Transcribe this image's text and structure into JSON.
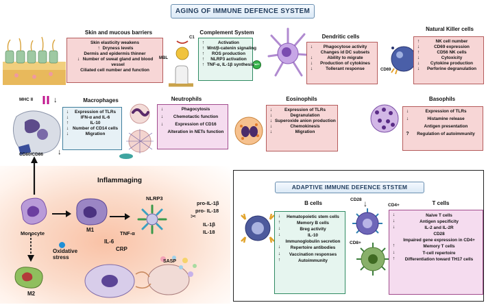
{
  "innate": {
    "banner": "AGING OF IMMUNE DEFENCE SYSTEM",
    "skin": {
      "title": "Skin and mucous barriers",
      "items": [
        {
          "arrow": "",
          "text": "Skin elasticity weakens"
        },
        {
          "arrow": "↑",
          "text": "Dryness levels"
        },
        {
          "arrow": "",
          "text": "Dermis and epidermis thinner"
        },
        {
          "arrow": "↓",
          "text": "Number of sweat gland and blood vessel"
        },
        {
          "arrow": "",
          "text": "Ciliated cell number and function"
        }
      ]
    },
    "complement": {
      "title": "Complement System",
      "labels": {
        "mbl": "MBL",
        "c1": "C1",
        "ca": "Ca2+"
      },
      "items": [
        {
          "arrow": "↑",
          "text": "Activation"
        },
        {
          "arrow": "↑",
          "text": "Wnt/β-catenin signaling"
        },
        {
          "arrow": "↑",
          "text": "ROS production"
        },
        {
          "arrow": "↑",
          "text": "NLRP3 activation"
        },
        {
          "arrow": "↑",
          "text": "TNF-α, IL-1β synthesis"
        }
      ]
    },
    "dendritic": {
      "title": "Dendritic cells",
      "items": [
        {
          "arrow": "↓",
          "text": "Phagocytose activity"
        },
        {
          "arrow": "",
          "text": "Changes id DC subsets"
        },
        {
          "arrow": "↓",
          "text": "Ability to migrate"
        },
        {
          "arrow": "↓",
          "text": "Production of cytokines"
        },
        {
          "arrow": "↓",
          "text": "Tollerant response"
        }
      ]
    },
    "nk": {
      "title": "Natural Killer cells",
      "label": "CD69",
      "items": [
        {
          "arrow": "↑",
          "text": "NK cell number"
        },
        {
          "arrow": "↓",
          "text": "CD69 expression"
        },
        {
          "arrow": "↑",
          "text": "CD56 NK cells"
        },
        {
          "arrow": "↓",
          "text": "Cytoxicity"
        },
        {
          "arrow": "↓",
          "text": "Cytokine production"
        },
        {
          "arrow": "↓",
          "text": "Perforine degranulation"
        }
      ]
    },
    "macrophages": {
      "title": "Macrophages",
      "mhc": "MHC II",
      "cd80": "CD80/CD86",
      "items": [
        {
          "arrow": "↓",
          "text": "Expression of TLRs"
        },
        {
          "arrow": "↓",
          "text": "IFN-α and IL-6"
        },
        {
          "arrow": "↑",
          "text": "IL-10"
        },
        {
          "arrow": "↓",
          "text": "Number of CD14 cells"
        },
        {
          "arrow": "↓",
          "text": "Migration"
        }
      ]
    },
    "neutrophils": {
      "title": "Neutrophils",
      "items": [
        {
          "arrow": "↓",
          "text": "Phagocytosis"
        },
        {
          "arrow": "↓",
          "text": "Chemotactic function"
        },
        {
          "arrow": "↓",
          "text": "Expression of CD16"
        },
        {
          "arrow": "",
          "text": "Alteration in NETs function"
        }
      ]
    },
    "eosinophils": {
      "title": "Eosinophils",
      "items": [
        {
          "arrow": "↓",
          "text": "Expression of TLRs"
        },
        {
          "arrow": "↓",
          "text": "Degranulation"
        },
        {
          "arrow": "↓",
          "text": "Superoxide anion production"
        },
        {
          "arrow": "↓",
          "text": "Chemokinesis"
        },
        {
          "arrow": "↓",
          "text": "Migration"
        }
      ]
    },
    "basophils": {
      "title": "Basophils",
      "items": [
        {
          "arrow": "↓",
          "text": "Expression of TLRs"
        },
        {
          "arrow": "↓",
          "text": "Histamine release"
        },
        {
          "arrow": "",
          "text": "Antigen presentation"
        },
        {
          "arrow": "?",
          "text": "Regulation of autoimmunity"
        }
      ]
    }
  },
  "inflammaging": {
    "title": "Inflammaging",
    "monocyte": "Monocyte",
    "m1": "M1",
    "m2": "M2",
    "nlrp3": "NLRP3",
    "tnf": "TNF-α",
    "il6": "IL-6",
    "crp": "CRP",
    "oxidative": "Oxidative stress",
    "pro_il1b": "pro-IL-1β",
    "pro_il18": "pro- IL-18",
    "il1b": "IL-1β",
    "il18": "IL-18",
    "sasp": "SASP"
  },
  "adaptive": {
    "banner": "ADAPTIVE IMMUNE DEFENCE STSTEM",
    "b_cells": {
      "title": "B cells",
      "items": [
        {
          "arrow": "↓",
          "text": "Hematopoietic stem cells"
        },
        {
          "arrow": "↑",
          "text": "Memory B cells"
        },
        {
          "arrow": "↓",
          "text": "Breg activity"
        },
        {
          "arrow": "↓",
          "text": "IL-10"
        },
        {
          "arrow": "",
          "text": "Immunoglobulin secretion"
        },
        {
          "arrow": "↓",
          "text": "Repertoire antibodies"
        },
        {
          "arrow": "↓",
          "text": "Vaccination responses"
        },
        {
          "arrow": "↑",
          "text": "Autoimmunity"
        }
      ]
    },
    "t_cells": {
      "title": "T cells",
      "cd28": "CD28",
      "cd4": "CD4+",
      "cd8": "CD8+",
      "items": [
        {
          "arrow": "↓",
          "text": "Naive T cells"
        },
        {
          "arrow": "↓",
          "text": "Antigen specificity"
        },
        {
          "arrow": "↓",
          "text": "IL-2 and IL-2R"
        },
        {
          "arrow": "",
          "text": "CD28"
        },
        {
          "arrow": "",
          "text": "Impaired gene expression in CD4+"
        },
        {
          "arrow": "↑",
          "text": "Memory T cells"
        },
        {
          "arrow": "↓",
          "text": "T-cell repertoire"
        },
        {
          "arrow": "↑",
          "text": "Differentiation toward TH17 cells"
        }
      ]
    }
  }
}
